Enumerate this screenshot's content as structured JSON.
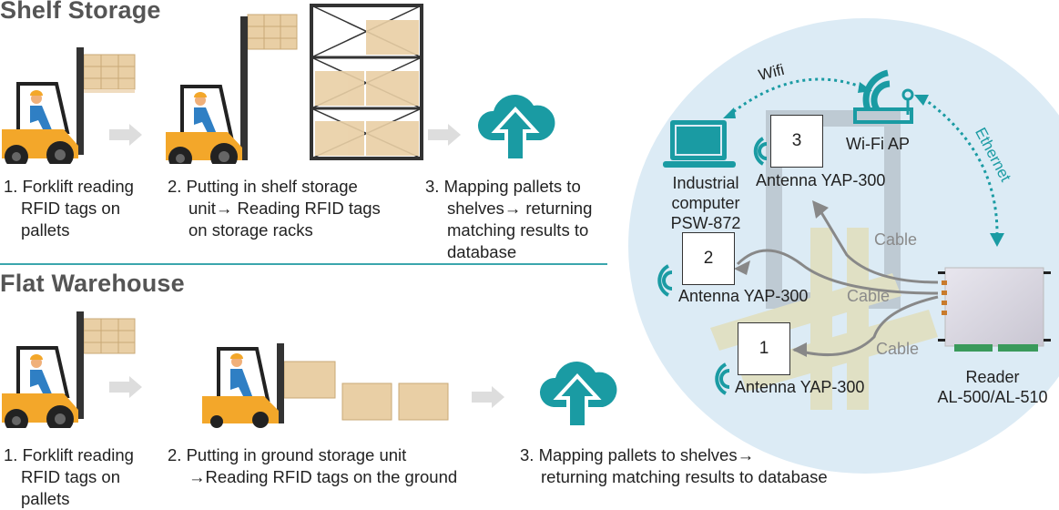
{
  "colors": {
    "accent": "#1a9ba3",
    "section_title": "#555555",
    "divider": "#3aa6ad",
    "circle_bg": "#dcebf5",
    "forklift_yellow": "#f3a72a",
    "cable_gray": "#8a8a8a",
    "arrow_gray": "#dddddd"
  },
  "shelf_storage": {
    "title": "Shelf Storage",
    "steps": [
      {
        "num": "1.",
        "lines": [
          "Forklift reading",
          "RFID tags on",
          "pallets"
        ]
      },
      {
        "num": "2.",
        "lines": [
          "Putting in shelf storage",
          "unit→ Reading RFID tags",
          "on storage racks"
        ]
      },
      {
        "num": "3.",
        "lines": [
          "Mapping pallets to",
          "shelves→ returning",
          "matching results to",
          "database"
        ]
      }
    ],
    "icons": [
      "forklift-with-pallet-icon",
      "forklift-raised-pallet-icon",
      "storage-rack-icon",
      "cloud-upload-icon"
    ]
  },
  "flat_warehouse": {
    "title": "Flat Warehouse",
    "steps": [
      {
        "num": "1.",
        "lines": [
          "Forklift reading",
          "RFID tags on",
          "pallets"
        ]
      },
      {
        "num": "2.",
        "lines": [
          "Putting in ground storage unit",
          "→Reading RFID tags on the ground"
        ]
      },
      {
        "num": "3.",
        "lines": [
          "Mapping pallets to shelves→",
          "returning matching results to database"
        ]
      }
    ],
    "icons": [
      "forklift-with-pallet-icon",
      "forklift-ground-pallets-icon",
      "cloud-upload-icon"
    ]
  },
  "system": {
    "wifi_label": "Wifi",
    "ethernet_label": "Ethernet",
    "wifi_ap_label": "Wi-Fi AP",
    "computer_label": [
      "Industrial",
      "computer",
      "PSW-872"
    ],
    "antennas": [
      {
        "number": "3",
        "label": "Antenna YAP-300"
      },
      {
        "number": "2",
        "label": "Antenna YAP-300"
      },
      {
        "number": "1",
        "label": "Antenna YAP-300"
      }
    ],
    "cables": [
      "Cable",
      "Cable",
      "Cable"
    ],
    "reader_label": [
      "Reader",
      "AL-500/AL-510"
    ]
  }
}
